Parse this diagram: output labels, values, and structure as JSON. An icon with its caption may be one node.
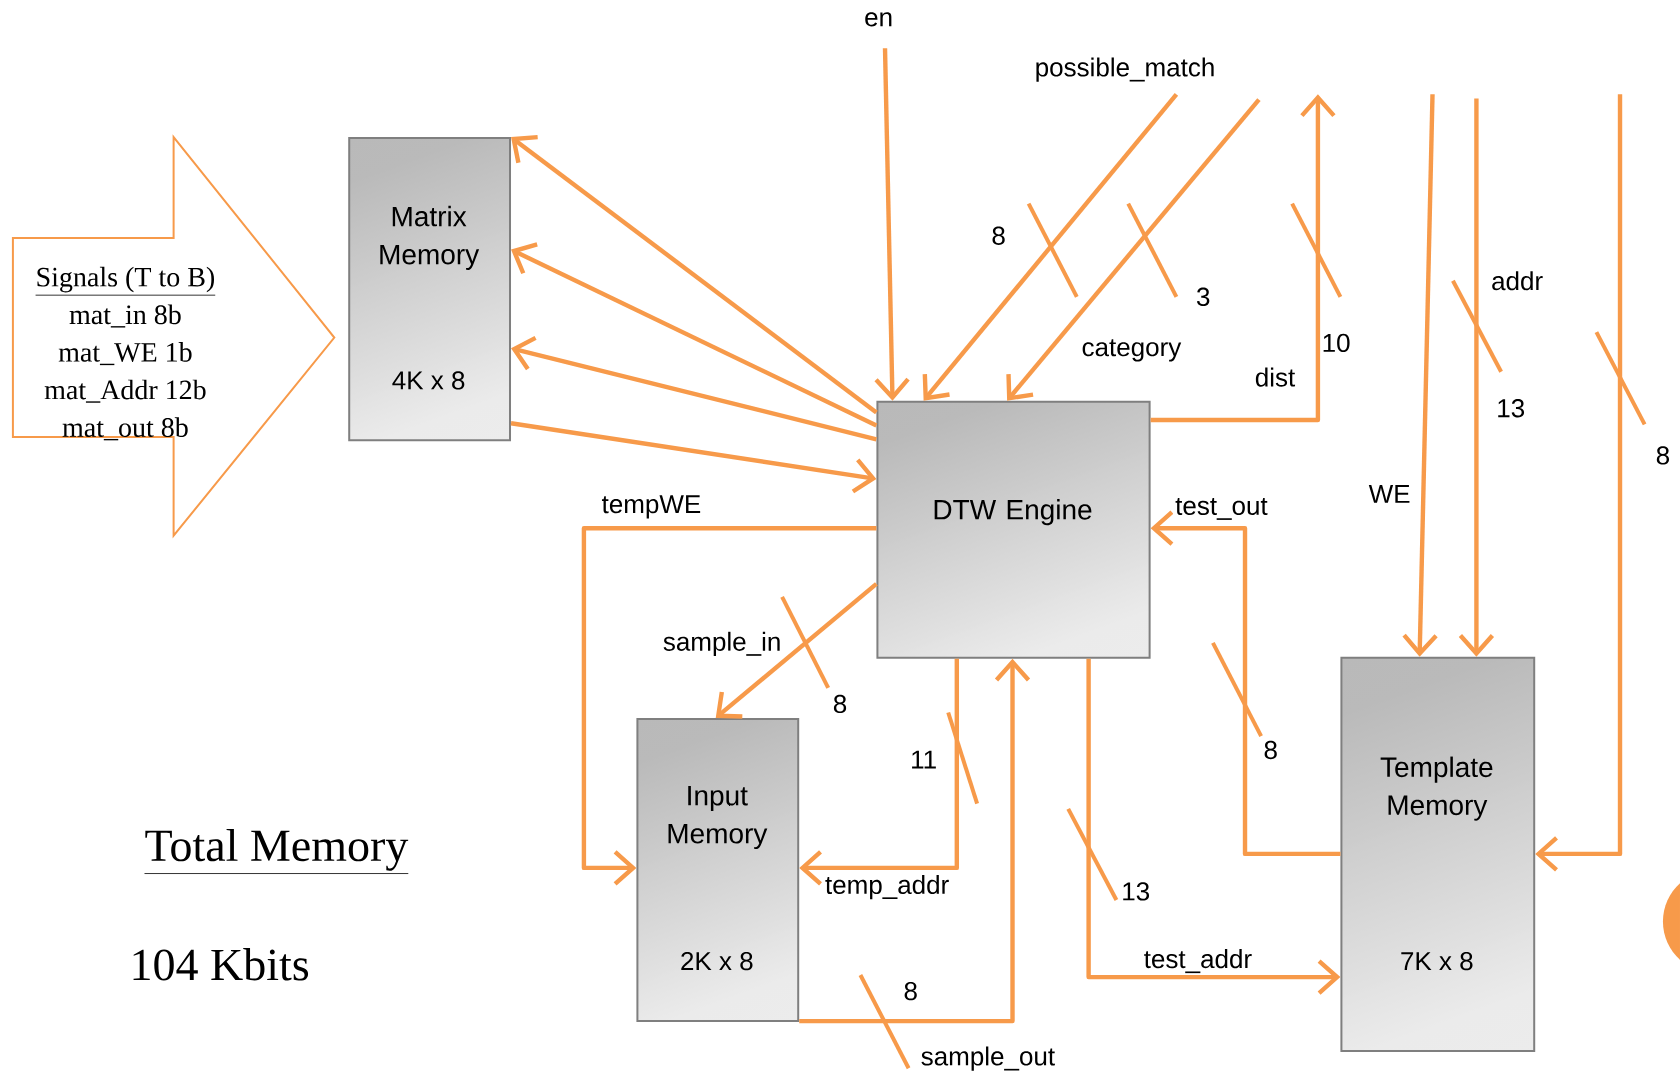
{
  "diagram": {
    "nodes": [
      {
        "text": [
          "Signals (T to B)",
          "mat_in 8b",
          "mat_WE 1b",
          "mat_Addr 12b",
          "mat_out 8b"
        ]
      },
      {
        "text": [
          "Matrix Memory",
          "4K x 8"
        ]
      },
      {
        "text": [
          "DTW Engine"
        ]
      },
      {
        "text": [
          "Input Memory",
          "2K x 8"
        ]
      },
      {
        "text": [
          "Template Memory",
          "7K x 8"
        ]
      }
    ],
    "edges": [
      {
        "from": 2,
        "to": 1,
        "arrow": "to"
      },
      {
        "from": 2,
        "to": 1,
        "arrow": "to"
      },
      {
        "from": 2,
        "to": 1,
        "arrow": "to"
      },
      {
        "from": 1,
        "to": 2,
        "arrow": "to"
      },
      {
        "from": null,
        "to": 2,
        "arrow": "to",
        "label": "en"
      },
      {
        "from": null,
        "to": 2,
        "arrow": "to",
        "label": "possible_match"
      },
      {
        "from": null,
        "to": 2,
        "arrow": "to",
        "label": "category"
      },
      {
        "from": 2,
        "to": null,
        "arrow": "to",
        "label": "dist"
      },
      {
        "from": null,
        "to": 4,
        "arrow": "to",
        "label": "WE"
      },
      {
        "from": null,
        "to": 4,
        "arrow": "to",
        "label": "addr"
      },
      {
        "from": null,
        "to": 4,
        "arrow": "to"
      },
      {
        "from": 2,
        "to": 3,
        "arrow": "to",
        "label": "tempWE"
      },
      {
        "from": 2,
        "to": 3,
        "arrow": "to",
        "label": "sample_in"
      },
      {
        "from": 2,
        "to": 3,
        "arrow": "to",
        "label": "temp_addr"
      },
      {
        "from": 3,
        "to": 2,
        "arrow": "to",
        "label": "sample_out"
      },
      {
        "from": 2,
        "to": 4,
        "arrow": "to",
        "label": "test_addr"
      },
      {
        "from": 4,
        "to": 2,
        "arrow": "to",
        "label": "test_out"
      }
    ],
    "labels": [
      "8",
      "3",
      "10",
      "13",
      "8",
      "8",
      "8",
      "11",
      "13",
      "Total Memory",
      "104 Kbits",
      "8"
    ]
  }
}
